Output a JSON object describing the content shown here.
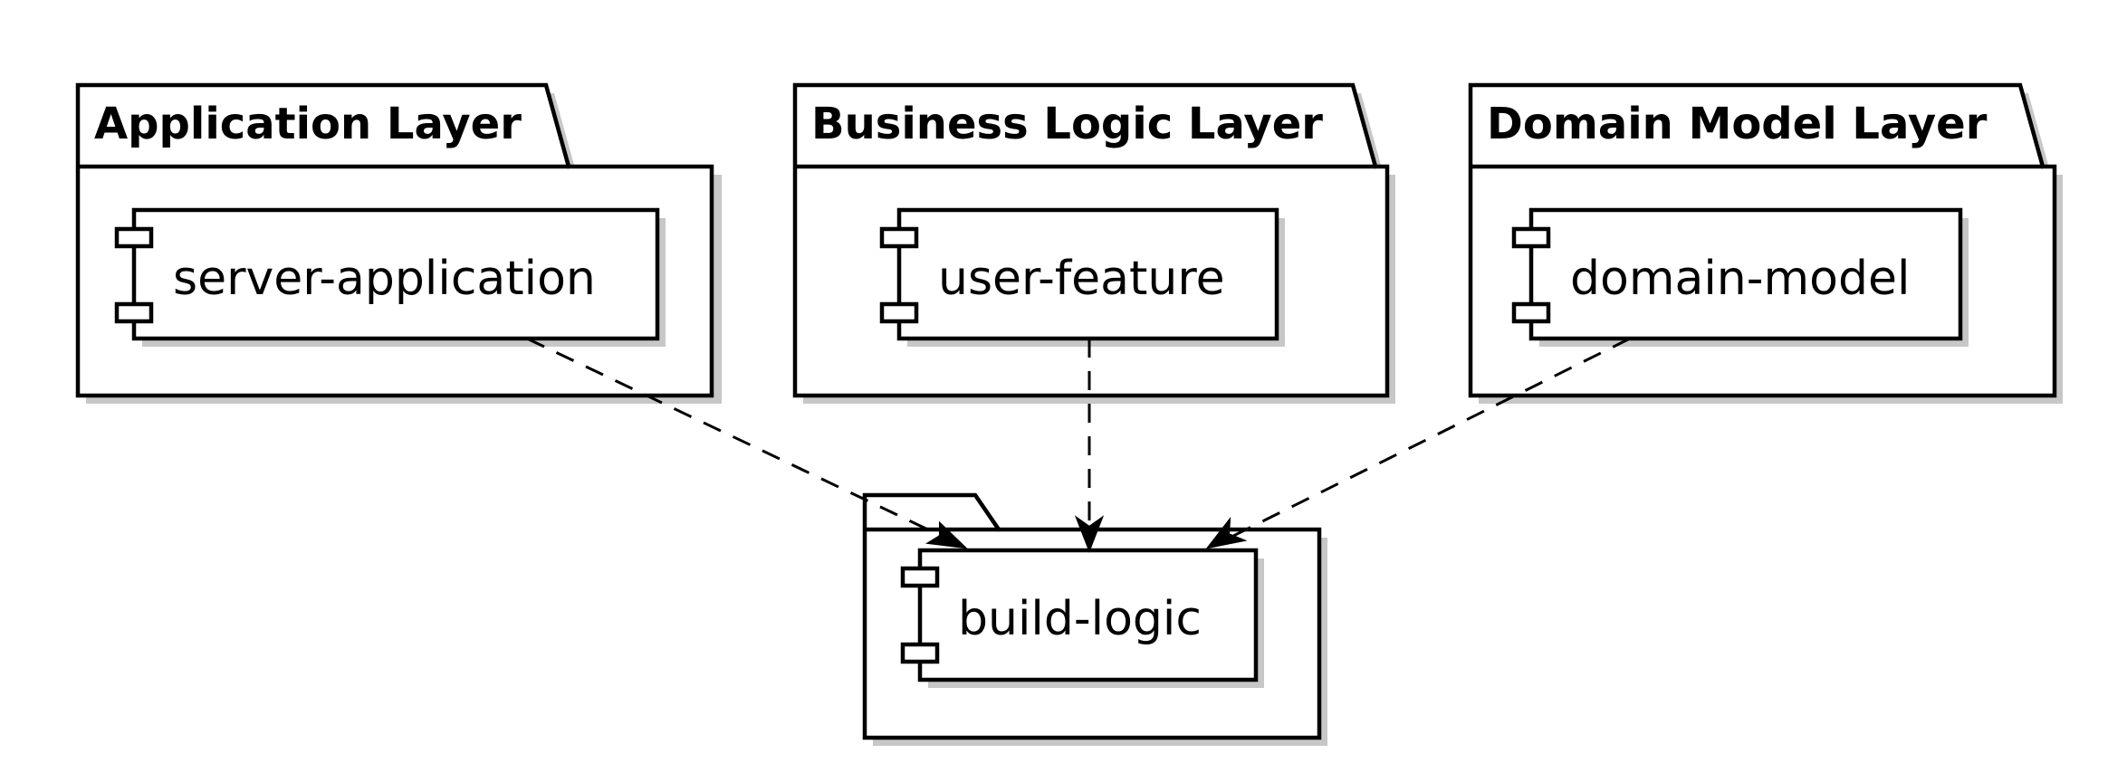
{
  "packages": {
    "application": {
      "title": "Application Layer"
    },
    "business": {
      "title": "Business Logic Layer"
    },
    "domain": {
      "title": "Domain Model Layer"
    },
    "build": {
      "title": ""
    }
  },
  "components": {
    "server_application": {
      "label": "server-application"
    },
    "user_feature": {
      "label": "user-feature"
    },
    "domain_model": {
      "label": "domain-model"
    },
    "build_logic": {
      "label": "build-logic"
    }
  },
  "edges": [
    {
      "from": "server-application",
      "to": "build-logic",
      "style": "dashed"
    },
    {
      "from": "user-feature",
      "to": "build-logic",
      "style": "dashed"
    },
    {
      "from": "domain-model",
      "to": "build-logic",
      "style": "dashed"
    }
  ],
  "colors": {
    "stroke": "#000000",
    "fill": "#ffffff",
    "shadow": "#b4b4b4"
  }
}
